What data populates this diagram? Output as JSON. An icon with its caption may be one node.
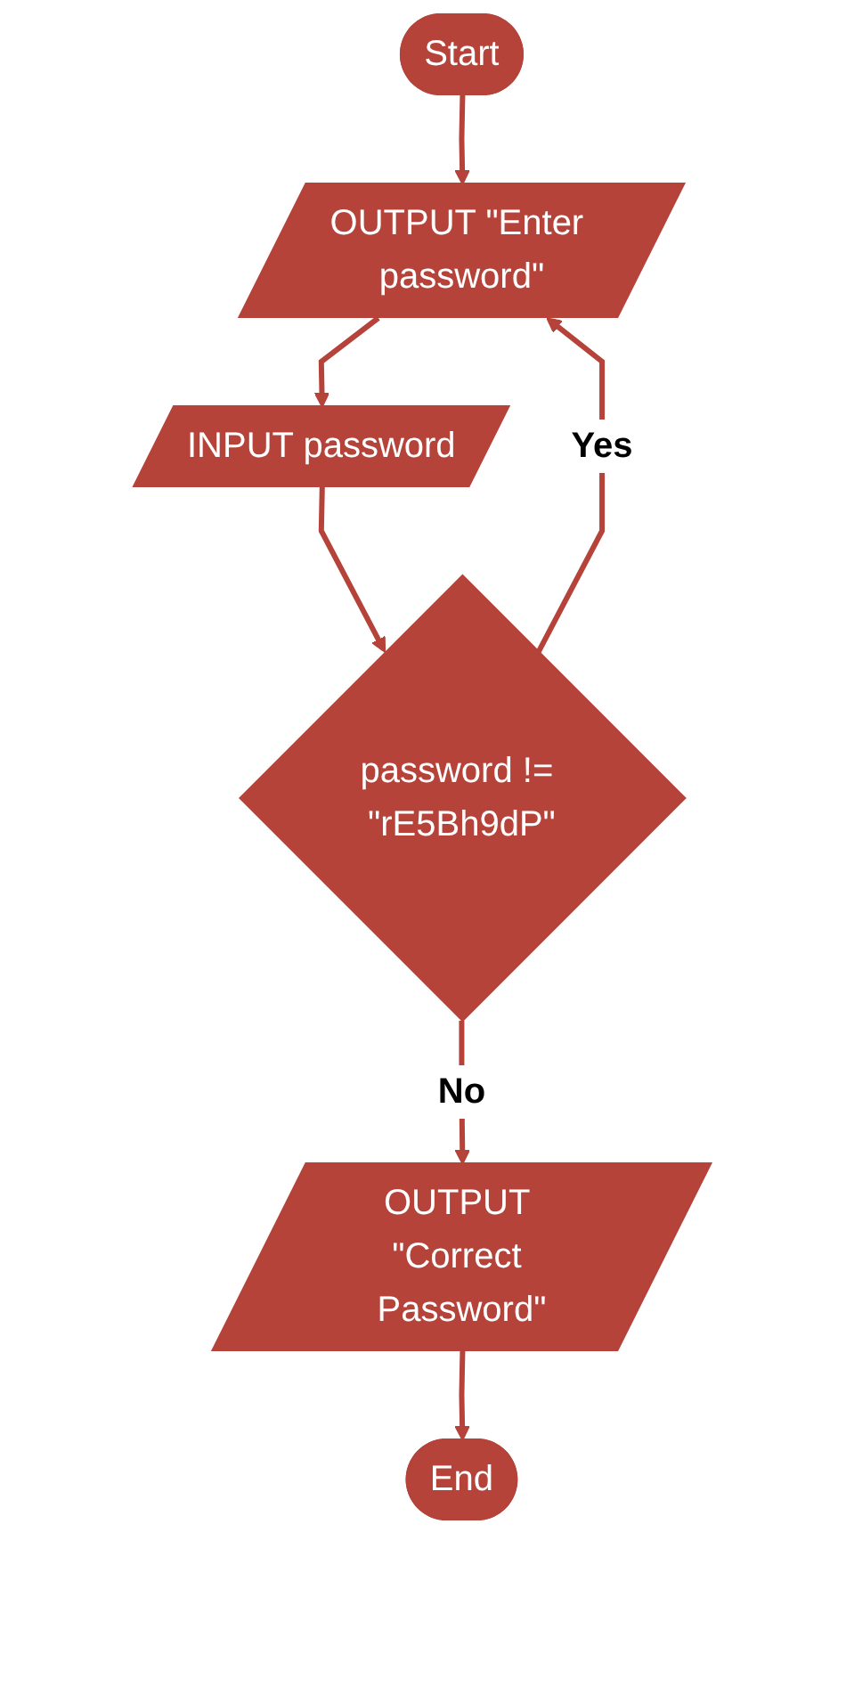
{
  "diagram": {
    "nodes": [
      {
        "text": [
          "Start"
        ]
      },
      {
        "text": [
          "OUTPUT \"Enter password\""
        ]
      },
      {
        "text": [
          "INPUT password"
        ]
      },
      {
        "text": [
          "password != \"rE5Bh9dP\""
        ]
      },
      {
        "text": [
          "OUTPUT \"Correct Password\""
        ]
      },
      {
        "text": [
          "End"
        ]
      }
    ],
    "edges": [
      {
        "from": 0,
        "to": 1,
        "arrow": "to"
      },
      {
        "from": 1,
        "to": 2,
        "arrow": "to"
      },
      {
        "from": 2,
        "to": 3,
        "arrow": "to"
      },
      {
        "from": 3,
        "to": 4,
        "arrow": "to",
        "label": "No"
      },
      {
        "from": 3,
        "to": 1,
        "arrow": "to",
        "label": "Yes"
      },
      {
        "from": 4,
        "to": 5,
        "arrow": "to"
      }
    ]
  }
}
